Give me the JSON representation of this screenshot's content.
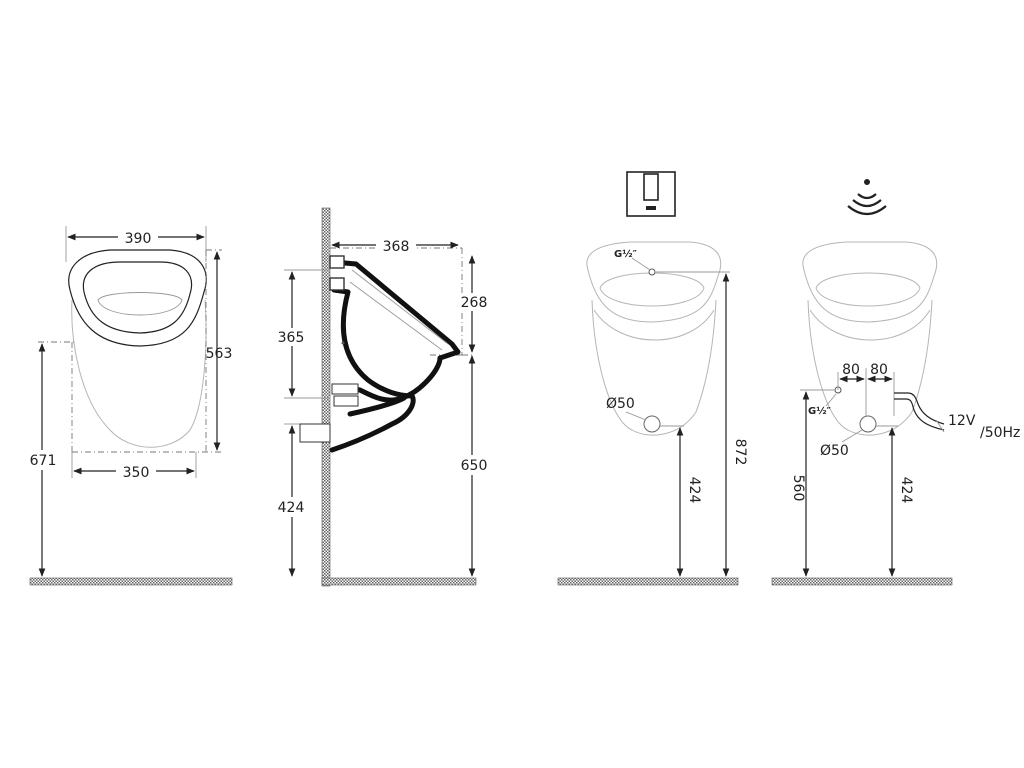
{
  "views": {
    "top": {
      "width_top": "390",
      "width_bottom": "350",
      "depth": "563",
      "mount_height": "671"
    },
    "side": {
      "projection": "368",
      "top_to_outlet": "268",
      "inlet_to_waste": "365",
      "waste_height": "424",
      "total_height": "650"
    },
    "manual": {
      "inlet": "G½″",
      "waste": "Ø50",
      "waste_height": "424",
      "inlet_height": "872"
    },
    "sensor": {
      "offset_left": "80",
      "offset_right": "80",
      "inlet": "G½″",
      "waste": "Ø50",
      "power": "12V",
      "frequency": "/50Hz",
      "inlet_height": "560",
      "waste_height": "424"
    }
  },
  "icons": [
    "flush-button-icon",
    "sensor-wave-icon"
  ],
  "colors": {
    "line": "#222222",
    "faint": "#b5b5b5",
    "floor": "#666666"
  }
}
